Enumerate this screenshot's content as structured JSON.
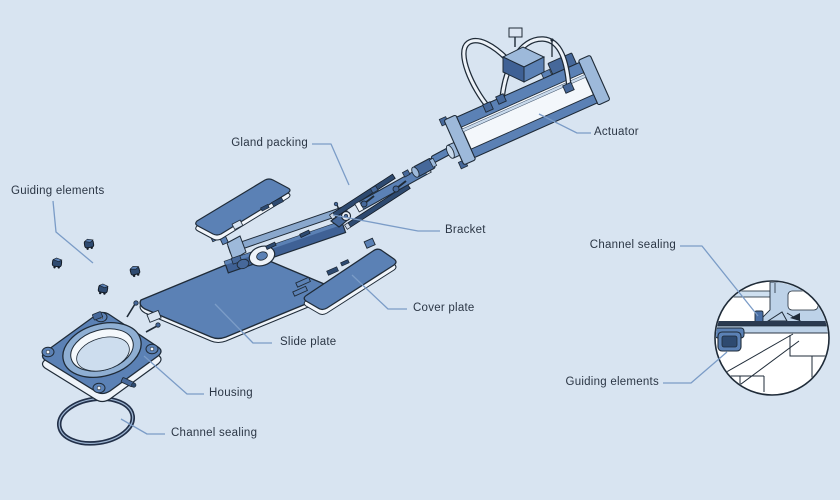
{
  "diagram": {
    "type": "exploded-parts-diagram",
    "labels": {
      "gland_packing": "Gland packing",
      "guiding_elements_left": "Guiding elements",
      "actuator": "Actuator",
      "bracket": "Bracket",
      "cover_plate": "Cover plate",
      "slide_plate": "Slide plate",
      "housing": "Housing",
      "channel_sealing_left": "Channel sealing",
      "channel_sealing_right": "Channel sealing",
      "guiding_elements_right": "Guiding elements"
    },
    "colors": {
      "background": "#d8e4f1",
      "part_blue": "#5b81b5",
      "part_dark_blue": "#3f6195",
      "part_darkest": "#2e4a70",
      "part_light": "#9db9da",
      "outline": "#1f2b38",
      "leader_line": "#7b9cc7",
      "text": "#2b3645",
      "detail_circle_fill": "#ffffff"
    }
  }
}
